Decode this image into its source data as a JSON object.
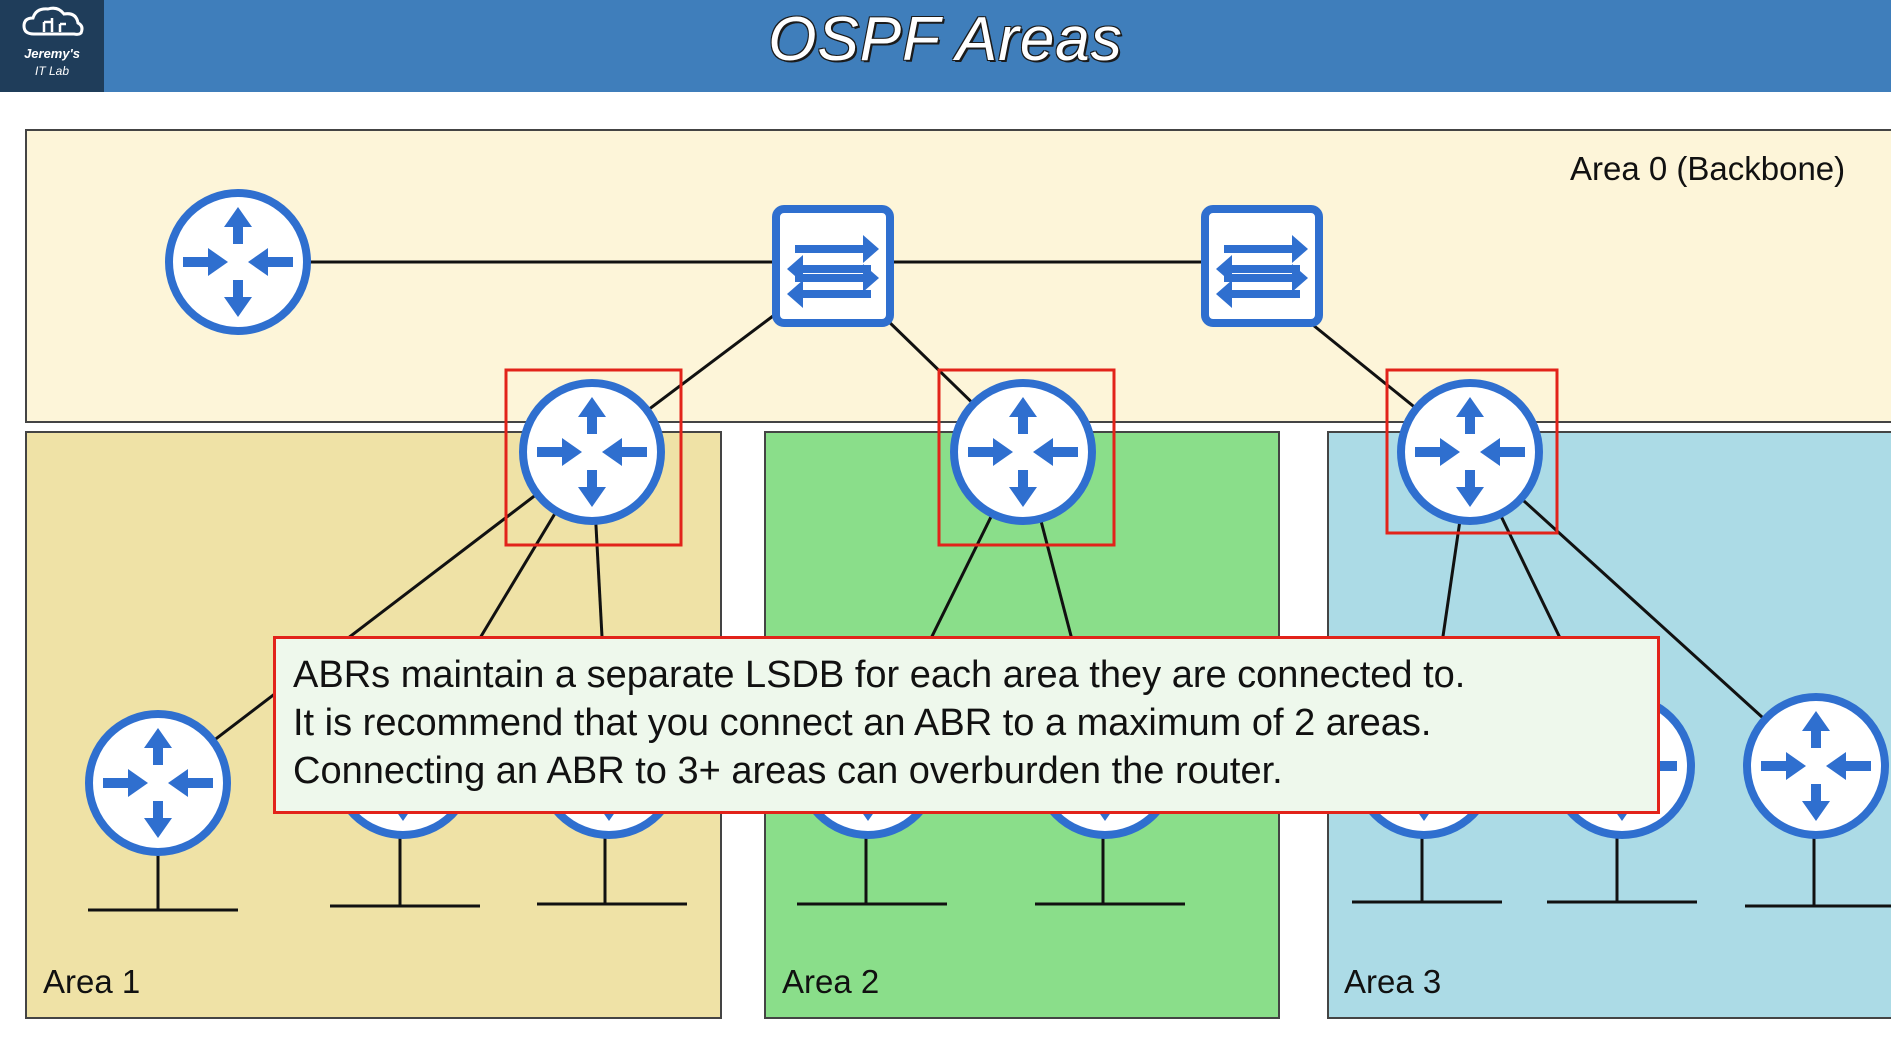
{
  "header": {
    "title": "OSPF Areas",
    "logo_line1": "Jeremy's",
    "logo_line2": "IT Lab"
  },
  "areas": {
    "area0": "Area 0 (Backbone)",
    "area1": "Area 1",
    "area2": "Area 2",
    "area3": "Area 3"
  },
  "callout": {
    "line1": "ABRs maintain a separate LSDB for each area they are connected to.",
    "line2": "It is recommend that you connect an ABR to a maximum of 2 areas.",
    "line3": "Connecting an ABR to 3+ areas can overburden the router."
  },
  "colors": {
    "header": "#3f7ebb",
    "area0": "#fdf5d9",
    "area1": "#efe2a6",
    "area2": "#8ade8a",
    "area3": "#acdbe6",
    "device": "#2f6fcf",
    "highlight": "#e2231a"
  },
  "icons": {
    "router": "router-icon",
    "switch": "switch-icon"
  }
}
